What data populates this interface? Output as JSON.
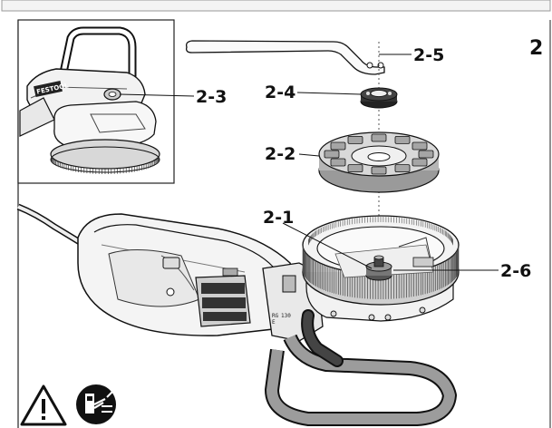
{
  "figure_number": "2",
  "callouts": {
    "c23": "2-3",
    "c24": "2-4",
    "c25": "2-5",
    "c22": "2-2",
    "c21": "2-1",
    "c26": "2-6"
  },
  "inset_brand": "FESTOOL",
  "housing_marks": [
    "RG",
    "130",
    "E"
  ],
  "warning_symbols": [
    "warning-icon",
    "unplug-icon"
  ],
  "colors": {
    "line": "#111111",
    "grey": "#8a8a8a",
    "light": "#e6e6e6",
    "mid": "#bdbdbd"
  }
}
